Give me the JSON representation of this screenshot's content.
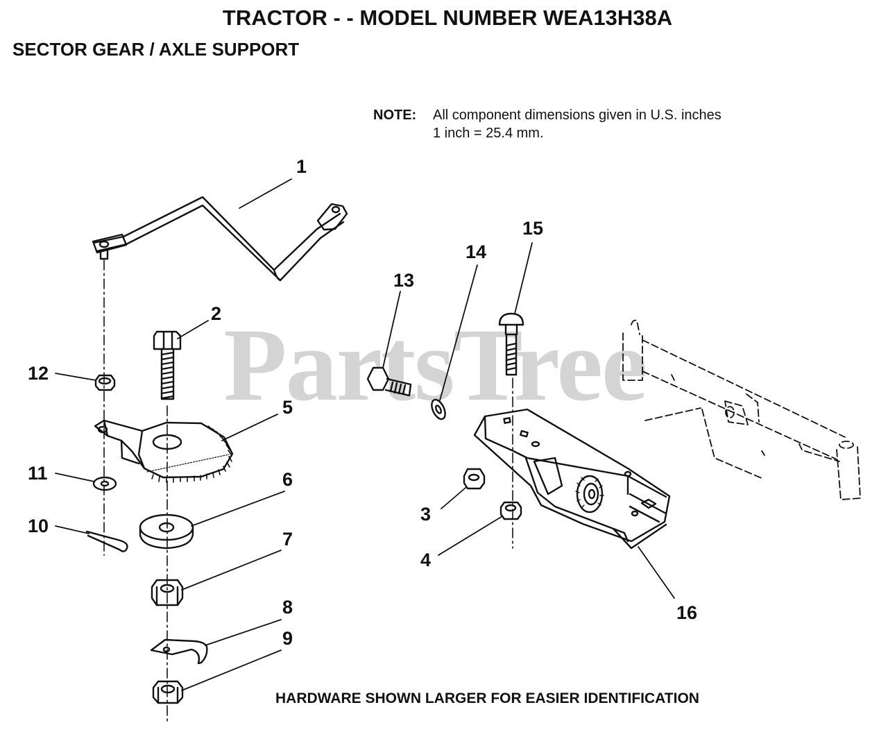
{
  "header": {
    "title": "TRACTOR - - MODEL NUMBER WEA13H38A",
    "subtitle": "SECTOR GEAR / AXLE SUPPORT"
  },
  "note": {
    "label": "NOTE:",
    "line1": "All component dimensions given in U.S. inches",
    "line2": "1 inch = 25.4 mm."
  },
  "footer": "HARDWARE SHOWN LARGER FOR EASIER IDENTIFICATION",
  "watermark": "PartsTree",
  "callouts": {
    "c1": "1",
    "c2": "2",
    "c3": "3",
    "c4": "4",
    "c5": "5",
    "c6": "6",
    "c7": "7",
    "c8": "8",
    "c9": "9",
    "c10": "10",
    "c11": "11",
    "c12": "12",
    "c13": "13",
    "c14": "14",
    "c15": "15",
    "c16": "16"
  }
}
